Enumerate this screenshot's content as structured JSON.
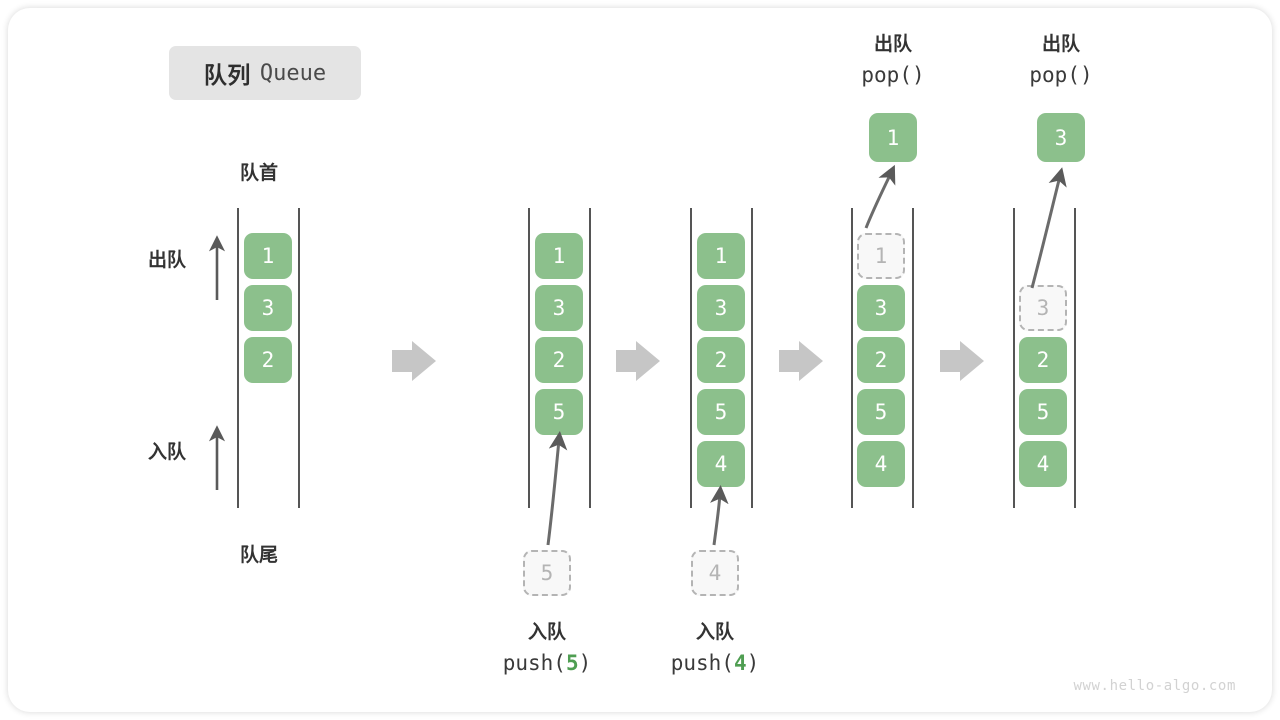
{
  "page": {
    "background": "#ffffff",
    "card_background": "#ffffff",
    "watermark": "www.hello-algo.com"
  },
  "colors": {
    "box_fill": "#8cc08c",
    "box_text": "#ffffff",
    "ghost_fill": "#f8f8f8",
    "ghost_border": "#b4b4b4",
    "ghost_text": "#b4b4b4",
    "rail": "#555555",
    "arrow": "#5a5a5a",
    "step_arrow": "#c6c6c6",
    "badge_bg": "#e4e4e4",
    "label_text": "#333333",
    "accent_green": "#4f9e52",
    "watermark_text": "#d2d2d2"
  },
  "title": {
    "cn": "队列",
    "en": "Queue"
  },
  "labels": {
    "head": "队首",
    "tail": "队尾",
    "dequeue": "出队",
    "enqueue": "入队"
  },
  "stages": [
    {
      "id": "stage-initial",
      "name": "initial-queue",
      "boxes": [
        "1",
        "3",
        "2"
      ],
      "ghost": null,
      "popped": null,
      "caption": null
    },
    {
      "id": "stage-push-5",
      "name": "push-5",
      "boxes": [
        "1",
        "3",
        "2",
        "5"
      ],
      "ghost": "5",
      "popped": null,
      "caption": {
        "line1": "入队",
        "fn_pre": "push(",
        "fn_num": "5",
        "fn_post": ")"
      }
    },
    {
      "id": "stage-push-4",
      "name": "push-4",
      "boxes": [
        "1",
        "3",
        "2",
        "5",
        "4"
      ],
      "ghost": "4",
      "popped": null,
      "caption": {
        "line1": "入队",
        "fn_pre": "push(",
        "fn_num": "4",
        "fn_post": ")"
      }
    },
    {
      "id": "stage-pop-1",
      "name": "pop-first",
      "boxes": [
        "3",
        "2",
        "5",
        "4"
      ],
      "ghost": "1",
      "ghost_slot": 0,
      "popped": "1",
      "caption": {
        "line1": "出队",
        "fn_pre": "pop()",
        "fn_num": "",
        "fn_post": ""
      }
    },
    {
      "id": "stage-pop-3",
      "name": "pop-second",
      "boxes": [
        "2",
        "5",
        "4"
      ],
      "ghost": "3",
      "ghost_slot": 1,
      "popped": "3",
      "caption": {
        "line1": "出队",
        "fn_pre": "pop()",
        "fn_num": "",
        "fn_post": ""
      }
    }
  ],
  "step_arrows": [
    "step-arrow-1",
    "step-arrow-2",
    "step-arrow-3",
    "step-arrow-4"
  ],
  "icons": {
    "step_arrow": "arrow-right-block-icon",
    "dequeue_arrow": "arrow-up-icon",
    "enqueue_arrow": "arrow-up-icon",
    "motion_arrow": "curved-arrow-icon"
  }
}
